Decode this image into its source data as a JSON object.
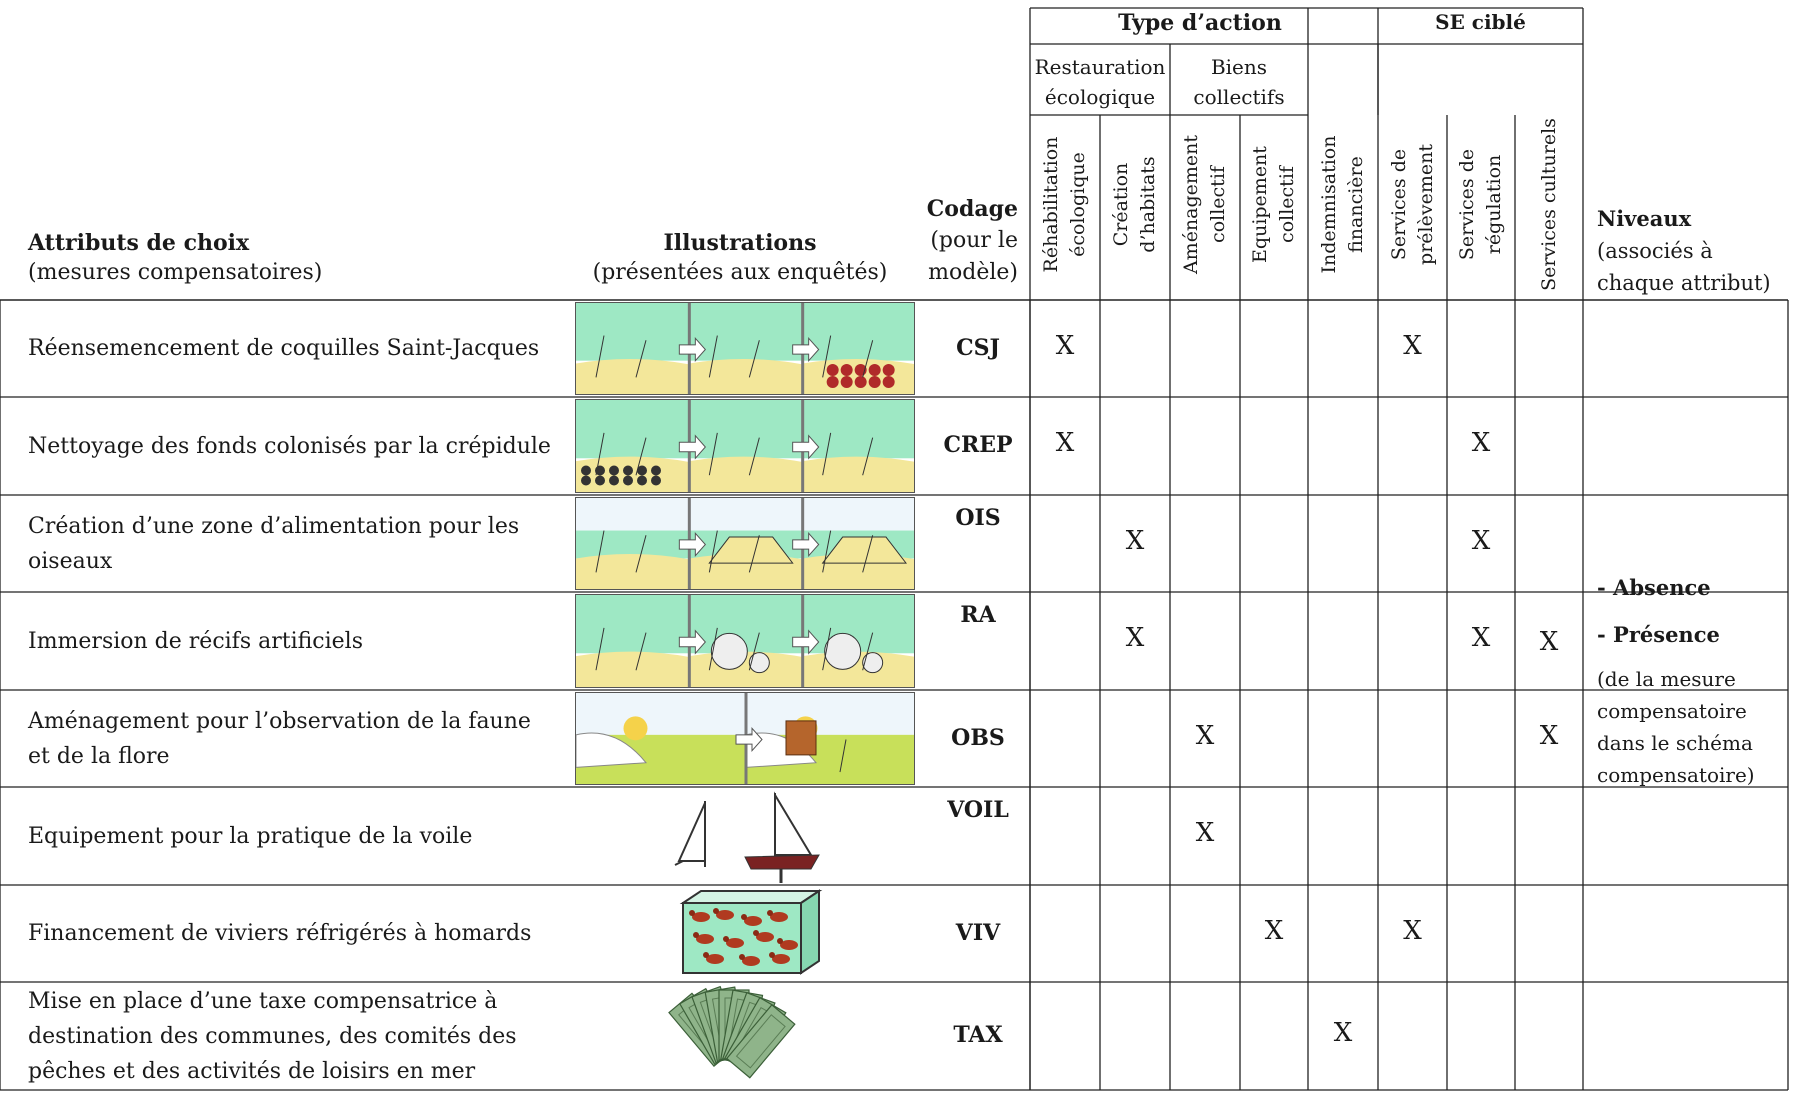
{
  "header": {
    "type_action": "Type d’action",
    "se_cible": "SE ciblé",
    "restauration": [
      "Restauration",
      "écologique"
    ],
    "biens": [
      "Biens",
      "collectifs"
    ],
    "attr_title": "Attributs de choix",
    "attr_sub": "(mesures compensatoires)",
    "ill_title": "Illustrations",
    "ill_sub": "(présentées aux enquêtés)",
    "codage_title": "Codage",
    "codage_sub1": "(pour le",
    "codage_sub2": "modèle)",
    "niveaux_title": "Niveaux",
    "niveaux_sub1": "(associés à",
    "niveaux_sub2": "chaque attribut)"
  },
  "columns": [
    [
      "Réhabilitation",
      "écologique"
    ],
    [
      "Création",
      "d’habitats"
    ],
    [
      "Aménagement",
      "collectif"
    ],
    [
      "Equipement",
      "collectif"
    ],
    [
      "Indemnisation",
      "financière"
    ],
    [
      "Services de",
      "prélèvement"
    ],
    [
      "Services de",
      "régulation"
    ],
    [
      "Services culturels",
      ""
    ]
  ],
  "rows": [
    {
      "label": "Réensemencement de coquilles Saint-Jacques",
      "code": "CSJ",
      "marks": [
        0,
        5
      ],
      "illustration": "scallop-reseeding-illustration"
    },
    {
      "label": "Nettoyage des fonds colonisés par la crépidule",
      "code": "CREP",
      "marks": [
        0,
        6
      ],
      "illustration": "slipper-limpet-cleanup-illustration"
    },
    {
      "label": "Création d’une zone d’alimentation pour les oiseaux",
      "code": "OIS",
      "marks": [
        1,
        6
      ],
      "illustration": "bird-feeding-zone-illustration"
    },
    {
      "label": "Immersion de récifs artificiels",
      "code": "RA",
      "marks": [
        1,
        6,
        7
      ],
      "illustration": "artificial-reef-illustration"
    },
    {
      "label": "Aménagement pour l’observation de la faune et de la flore",
      "code": "OBS",
      "marks": [
        2,
        7
      ],
      "illustration": "wildlife-observatory-illustration"
    },
    {
      "label": "Equipement pour la pratique de la voile",
      "code": "VOIL",
      "marks": [
        2
      ],
      "illustration": "sailboat-illustration"
    },
    {
      "label": "Financement de viviers réfrigérés à homards",
      "code": "VIV",
      "marks": [
        3,
        5
      ],
      "illustration": "lobster-tank-illustration"
    },
    {
      "label": "Mise en place d’une taxe compensatrice à destination des communes, des comités des pêches et des activités de loisirs en mer",
      "code": "TAX",
      "marks": [
        4
      ],
      "illustration": "banknotes-illustration"
    }
  ],
  "mark_symbol": "X",
  "levels": {
    "absence": "- Absence",
    "presence": "- Présence",
    "note": "(de la mesure compensatoire dans le schéma compensatoire)"
  },
  "colors": {
    "sea": "#9ee8c4",
    "sand": "#f3e79a",
    "sky": "#eef6fb",
    "grass": "#c8e05a"
  }
}
